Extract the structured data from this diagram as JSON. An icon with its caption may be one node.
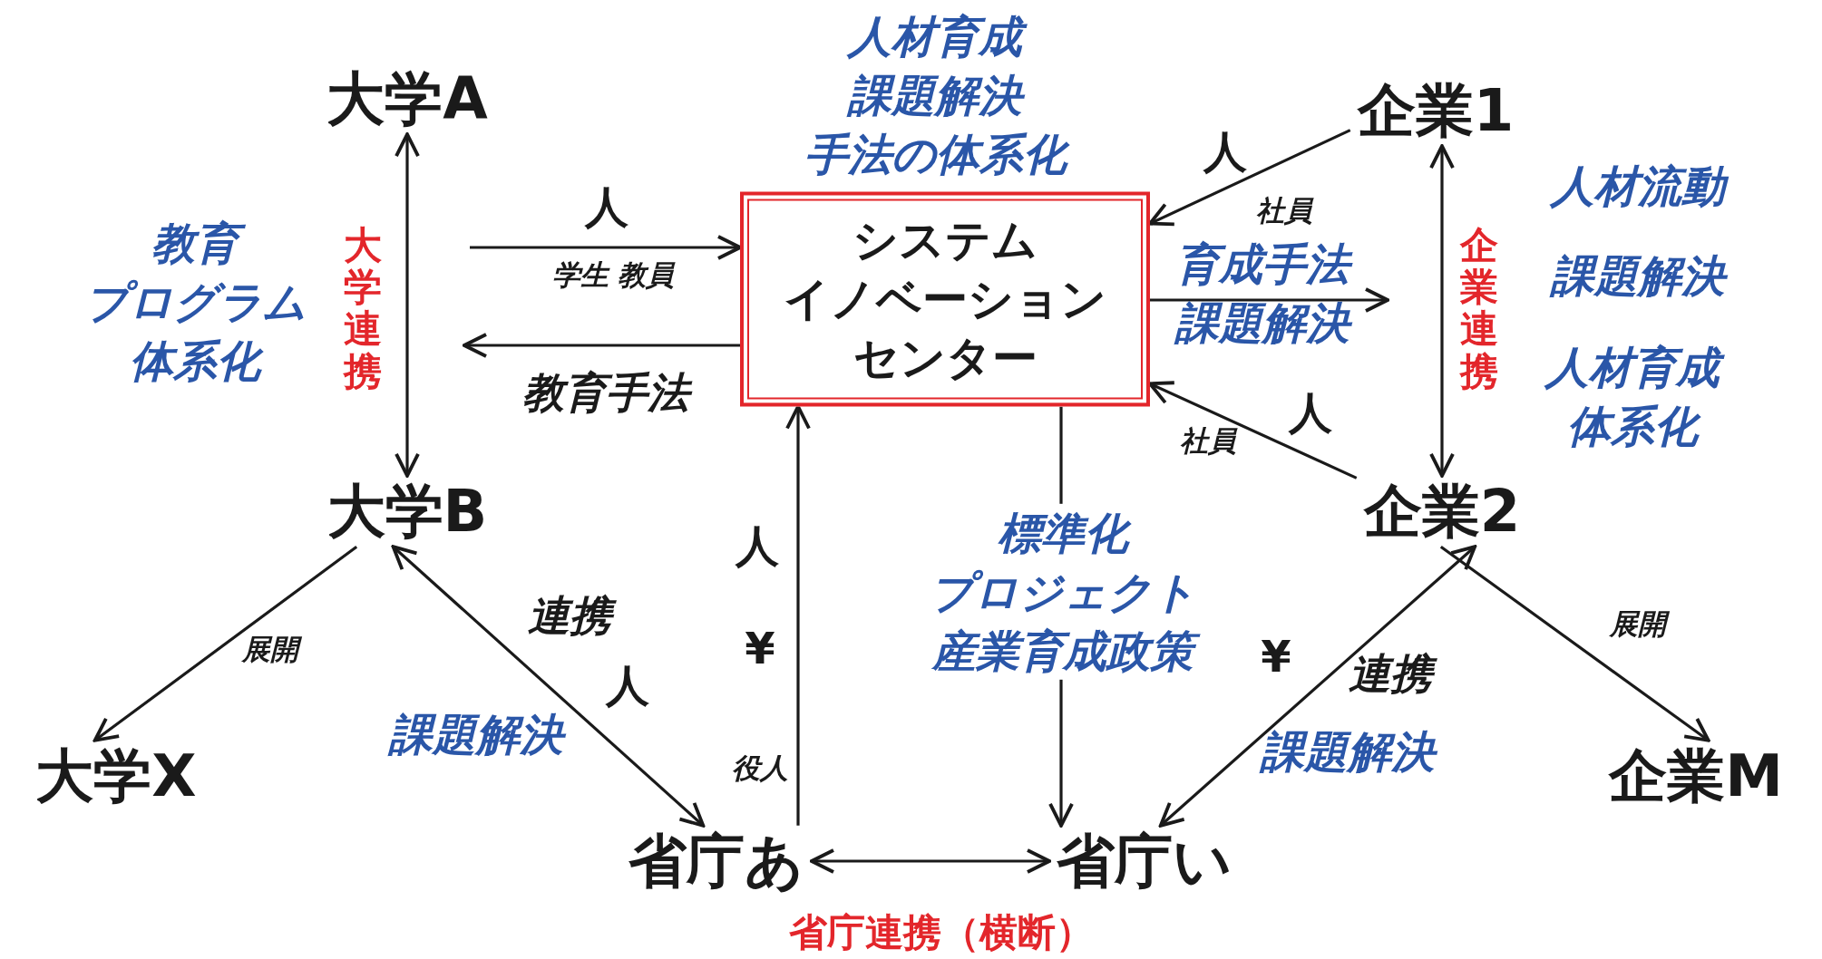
{
  "diagram": {
    "nodes": [
      {
        "text": [
          "大学A"
        ]
      },
      {
        "text": [
          "大学B"
        ]
      },
      {
        "text": [
          "大学X"
        ]
      },
      {
        "text": [
          "システムイノベーションセンター"
        ]
      },
      {
        "text": [
          "企業1"
        ]
      },
      {
        "text": [
          "企業2"
        ]
      },
      {
        "text": [
          "企業M"
        ]
      },
      {
        "text": [
          "省庁あ"
        ]
      },
      {
        "text": [
          "省庁い"
        ]
      }
    ],
    "edges": [
      {
        "from": 0,
        "to": 1,
        "arrow": "both",
        "label": "大学連携"
      },
      {
        "from": null,
        "to": 3,
        "arrow": "to",
        "label": "人"
      },
      {
        "from": 3,
        "to": null,
        "arrow": "to",
        "label": "教育手法"
      },
      {
        "from": 4,
        "to": 3,
        "arrow": "to",
        "label": "人"
      },
      {
        "from": 3,
        "to": null,
        "arrow": "to"
      },
      {
        "from": 5,
        "to": 3,
        "arrow": "to",
        "label": "人"
      },
      {
        "from": 4,
        "to": 5,
        "arrow": "both",
        "label": "企業連携"
      },
      {
        "from": 1,
        "to": 2,
        "arrow": "to",
        "label": "展開"
      },
      {
        "from": 1,
        "to": 7,
        "arrow": "both",
        "label": "連携"
      },
      {
        "from": 7,
        "to": 3,
        "arrow": "to"
      },
      {
        "from": 3,
        "to": 8,
        "arrow": "to",
        "label": "標準化プロジェクト産業育成政策"
      },
      {
        "from": 7,
        "to": 8,
        "arrow": "both",
        "label": "省庁連携（横断）"
      },
      {
        "from": 5,
        "to": 8,
        "arrow": "both",
        "label": "連携"
      },
      {
        "from": 5,
        "to": 6,
        "arrow": "to",
        "label": "展開"
      }
    ],
    "labels": [
      "人材育成課題解決手法の体系化",
      "人材流動",
      "教育プログラム体系化",
      "学生 教員",
      "社員",
      "育成手法課題解決",
      "課題解決",
      "人材育成体系化",
      "社員",
      "人",
      "人",
      "課題解決",
      "¥",
      "役人",
      "¥",
      "課題解決"
    ]
  }
}
